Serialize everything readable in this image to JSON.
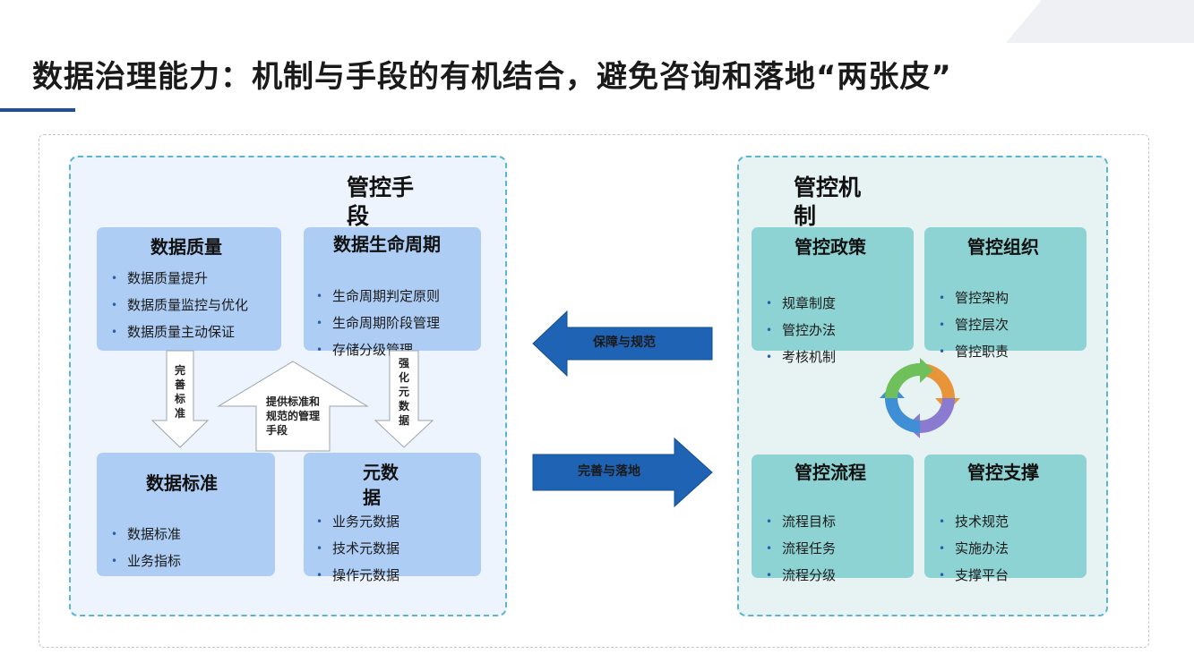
{
  "title": "数据治理能力：机制与手段的有机结合，避免咨询和落地“两张皮”",
  "left_panel": {
    "title": "管控手段",
    "cards": {
      "quality": {
        "title": "数据质量",
        "items": [
          "数据质量提升",
          "数据质量监控与优化",
          "数据质量主动保证"
        ]
      },
      "lifecycle": {
        "title": "数据生命周期",
        "items": [
          "生命周期判定原则",
          "生命周期阶段管理",
          "存储分级管理"
        ]
      },
      "standard": {
        "title": "数据标准",
        "items": [
          "数据标准",
          "业务指标"
        ]
      },
      "metadata": {
        "title": "元数据",
        "items": [
          "业务元数据",
          "技术元数据",
          "操作元数据"
        ]
      }
    },
    "arrows": {
      "perfect_standard": "完善标准",
      "provide_standard": "提供标准和规范的管理手段",
      "strengthen_metadata": "强化元数据"
    }
  },
  "right_panel": {
    "title": "管控机制",
    "cards": {
      "policy": {
        "title": "管控政策",
        "items": [
          "规章制度",
          "管控办法",
          "考核机制"
        ]
      },
      "organization": {
        "title": "管控组织",
        "items": [
          "管控架构",
          "管控层次",
          "管控职责"
        ]
      },
      "process": {
        "title": "管控流程",
        "items": [
          "流程目标",
          "流程任务",
          "流程分级"
        ]
      },
      "support": {
        "title": "管控支撑",
        "items": [
          "技术规范",
          "实施办法",
          "支撑平台"
        ]
      }
    }
  },
  "middle_arrows": {
    "guarantee": "保障与规范",
    "implement": "完善与落地"
  },
  "colors": {
    "title_bar": "#1f4e9a",
    "left_panel_bg": "#eef4fd",
    "right_panel_bg": "#e6f3f2",
    "blue_card": "#aecdf5",
    "teal_card": "#8ed3d3",
    "arrow_blue": "#1f64b4"
  },
  "icons": {
    "cycle": "recycle-cycle-icon"
  }
}
